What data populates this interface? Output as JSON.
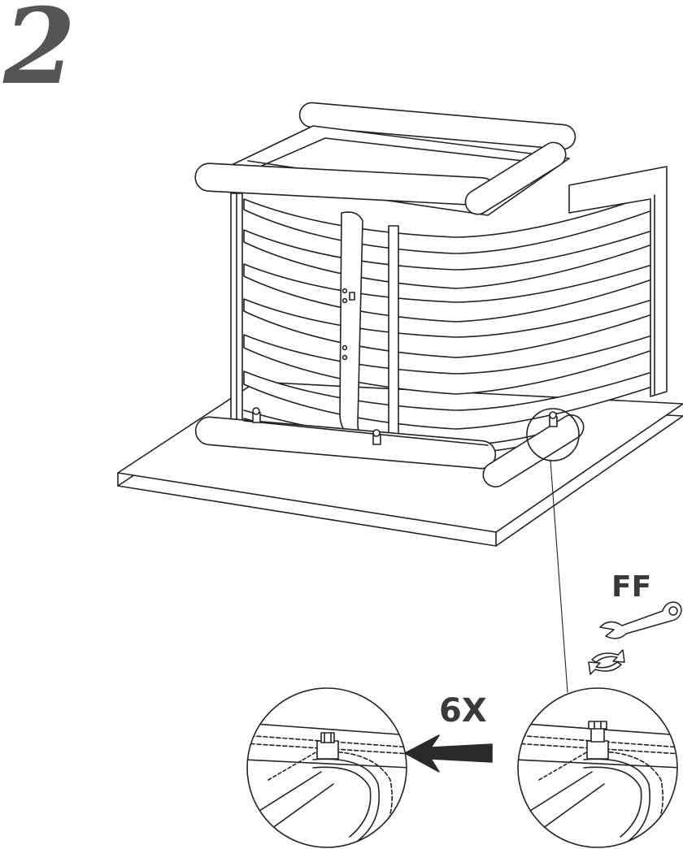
{
  "step": {
    "number": "2"
  },
  "tool": {
    "label": "FF",
    "icon": "wrench-icon",
    "action_icon": "rotate-arrows-icon"
  },
  "detail": {
    "quantity_label": "6X",
    "arrow_icon": "arrow-left-icon"
  }
}
